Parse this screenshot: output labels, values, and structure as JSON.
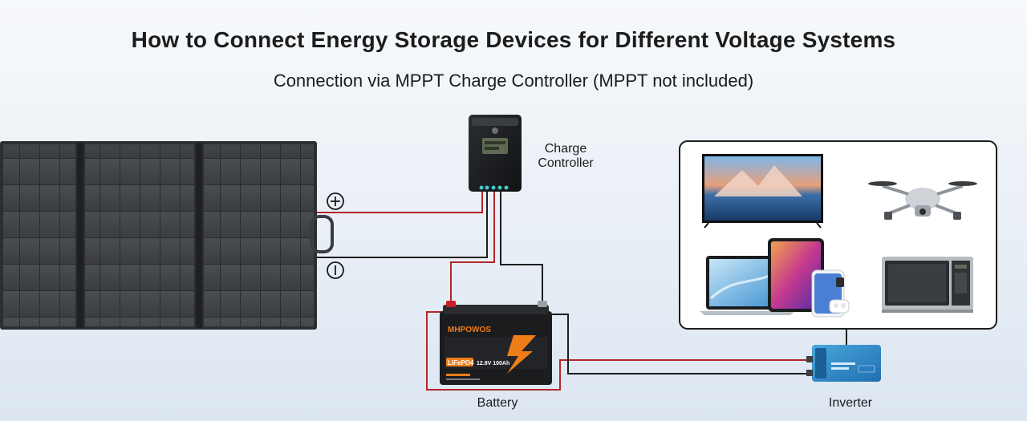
{
  "title": "How to Connect Energy Storage Devices for Different Voltage Systems",
  "subtitle": "Connection via MPPT Charge Controller (MPPT not included)",
  "labels": {
    "charge_controller": [
      "Charge",
      "Controller"
    ],
    "battery": "Battery",
    "inverter": "Inverter"
  },
  "terminals": {
    "positive": "+",
    "negative": "-"
  },
  "battery_print": {
    "brand": "MHPOWOS",
    "chemistry": "LiFePO4",
    "spec": "12.8V 100Ah"
  },
  "wires": {
    "positive_color": "#b3262b",
    "negative_color": "#1d1d1d"
  }
}
